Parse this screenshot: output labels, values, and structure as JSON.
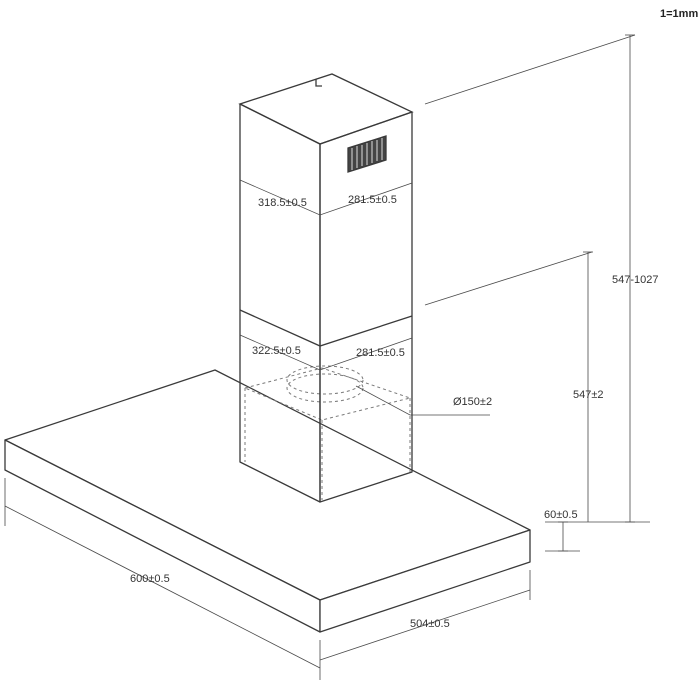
{
  "scale_note": "1=1mm",
  "dimensions": {
    "height_range": "547-1027",
    "height_fixed": "547±2",
    "canopy_thickness": "60±0.5",
    "canopy_width": "600±0.5",
    "canopy_depth": "504±0.5",
    "upper_chimney_left": "318.5±0.5",
    "upper_chimney_right": "281.5±0.5",
    "lower_chimney_left": "322.5±0.5",
    "lower_chimney_right": "281.5±0.5",
    "outlet_diameter": "Ø150±2"
  },
  "colors": {
    "line": "#3a3a3a",
    "text": "#333333"
  }
}
